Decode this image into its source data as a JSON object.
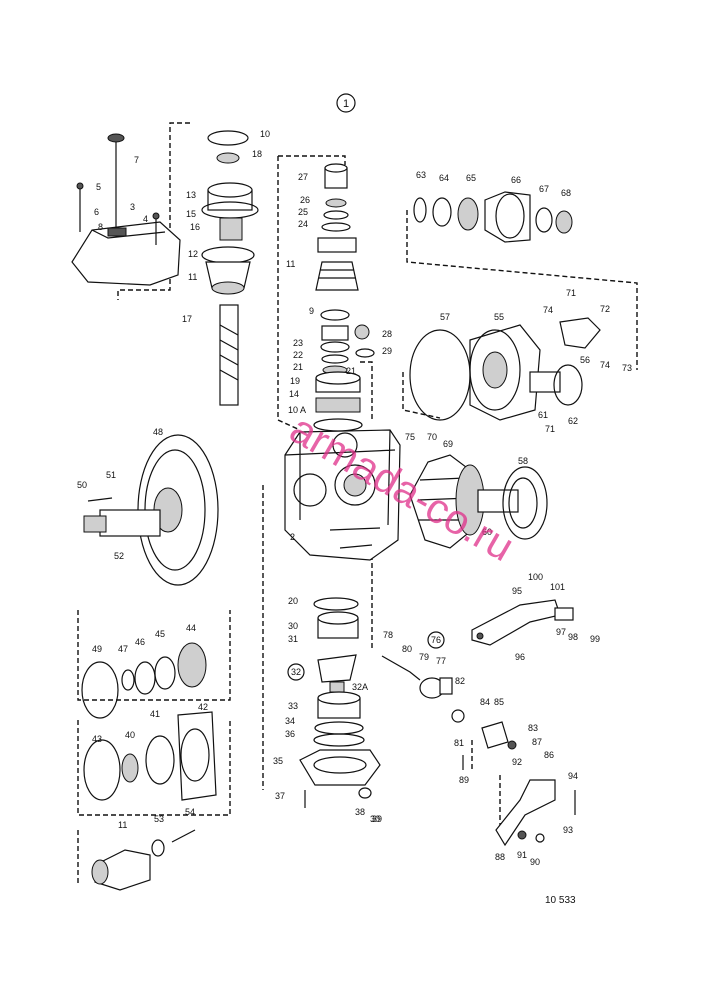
{
  "figure_ref": "1",
  "sheet_number": "10 533",
  "watermark": "armada-co.ru",
  "subassembly_refs": [
    "32",
    "76"
  ],
  "part_labels": [
    "1",
    "2",
    "3",
    "4",
    "5",
    "6",
    "7",
    "8",
    "9",
    "10",
    "10 A",
    "11",
    "12",
    "13",
    "14",
    "15",
    "16",
    "17",
    "18",
    "19",
    "20",
    "21",
    "22",
    "23",
    "24",
    "25",
    "26",
    "27",
    "28",
    "29",
    "30",
    "31",
    "32A",
    "33",
    "34",
    "35",
    "36",
    "37",
    "38",
    "39",
    "40",
    "41",
    "42",
    "43",
    "44",
    "45",
    "46",
    "47",
    "48",
    "49",
    "50",
    "51",
    "52",
    "53",
    "54",
    "55",
    "56",
    "57",
    "58",
    "60",
    "61",
    "62",
    "63",
    "64",
    "65",
    "66",
    "67",
    "68",
    "69",
    "70",
    "71",
    "72",
    "73",
    "74",
    "75",
    "77",
    "78",
    "79",
    "80",
    "81",
    "82",
    "83",
    "84",
    "85",
    "86",
    "87",
    "88",
    "89",
    "90",
    "91",
    "92",
    "93",
    "94",
    "95",
    "96",
    "97",
    "98",
    "99",
    "100",
    "101"
  ],
  "colors": {
    "ink": "#111111",
    "watermark": "#e0308a",
    "background": "#ffffff"
  }
}
